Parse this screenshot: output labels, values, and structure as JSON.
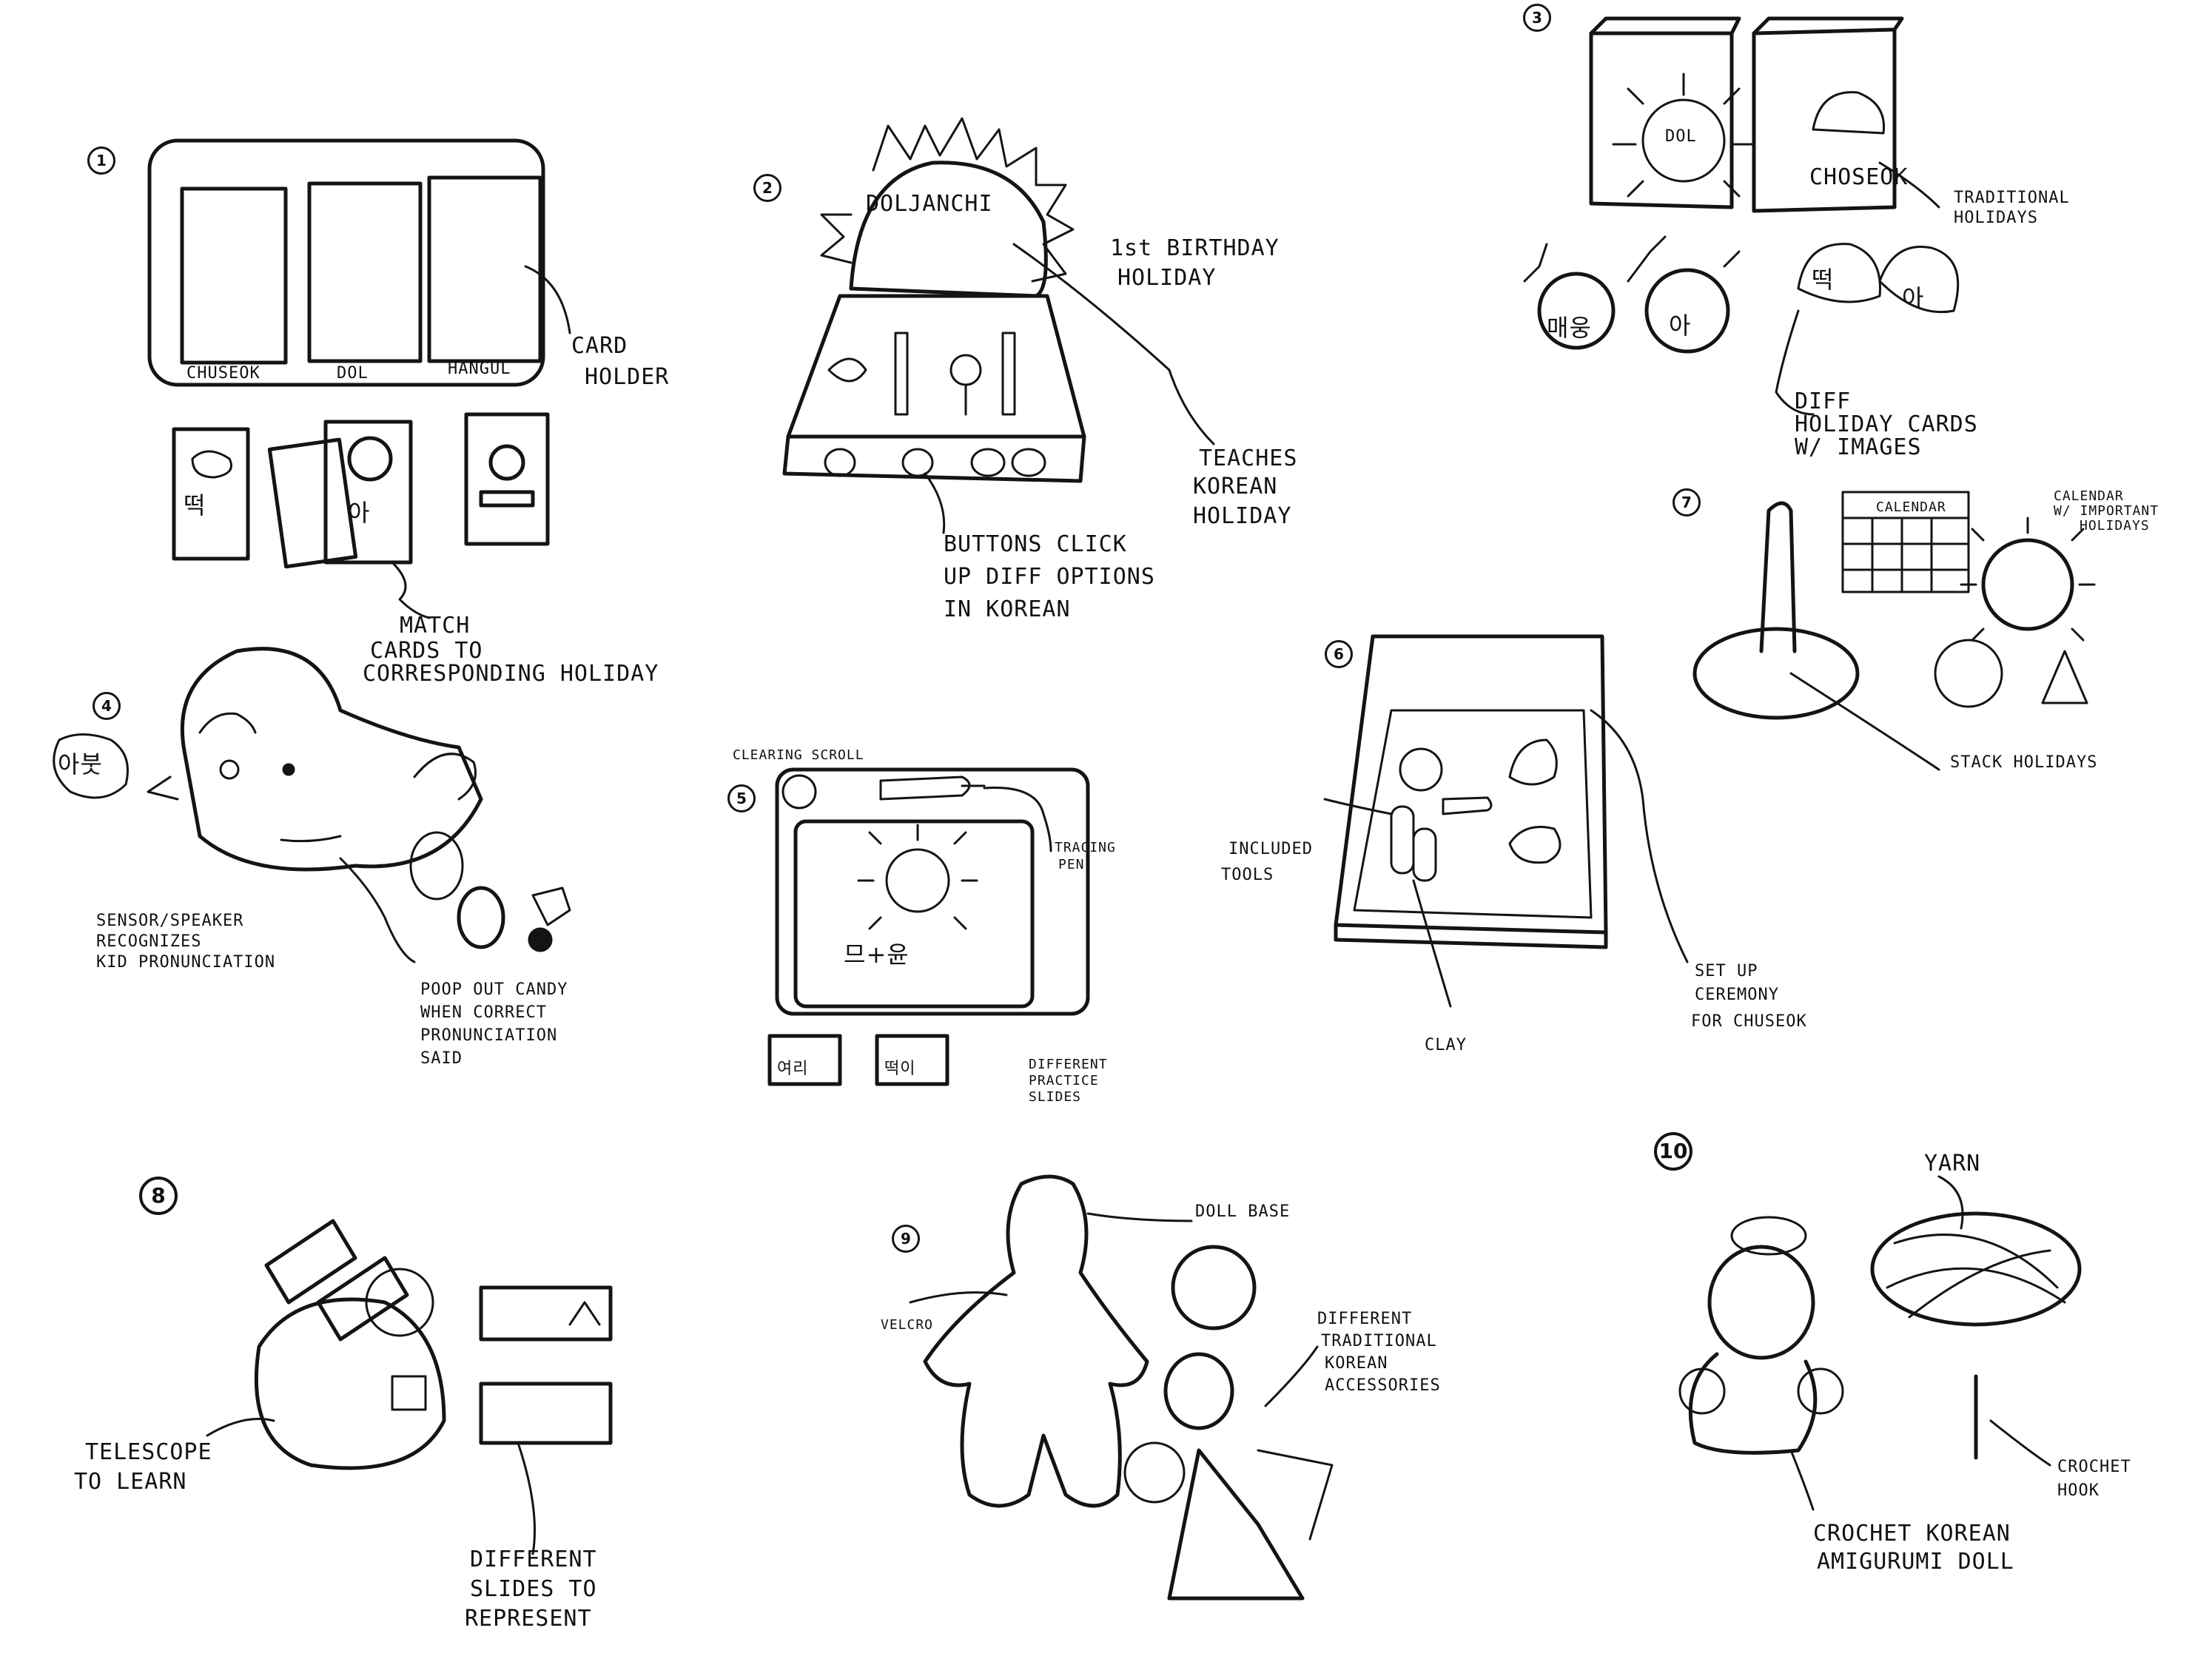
{
  "sketches": [
    {
      "number": "1",
      "labels": [
        "CHUSEOK",
        "DOL",
        "HANGUL",
        "CARD HOLDER",
        "MATCH CARDS TO CORRESPONDING HOLIDAY"
      ],
      "korean": [
        "떡",
        "아"
      ]
    },
    {
      "number": "2",
      "labels": [
        "DOLJANCHI",
        "1st BIRTHDAY HOLIDAY",
        "TEACHES KOREAN HOLIDAY",
        "BUTTONS CLICK UP DIFF OPTIONS IN KOREAN"
      ]
    },
    {
      "number": "3",
      "labels": [
        "DOL",
        "CHOSEOK",
        "TRADITIONAL HOLIDAYS",
        "DIFF HOLIDAY CARDS W/ IMAGES"
      ],
      "korean": [
        "떡",
        "아",
        "매웅",
        "아"
      ]
    },
    {
      "number": "4",
      "labels": [
        "SENSOR/SPEAKER RECOGNIZES KID PRONUNCIATION",
        "POOP OUT CANDY WHEN CORRECT PRONUNCIATION SAID"
      ],
      "korean": [
        "아붓"
      ]
    },
    {
      "number": "5",
      "labels": [
        "CLEARING SCROLL",
        "TRACING PEN",
        "DIFFERENT PRACTICE SLIDES"
      ],
      "korean": [
        "므+윤",
        "여리",
        "떡이"
      ]
    },
    {
      "number": "6",
      "labels": [
        "INCLUDED TOOLS",
        "SET UP CEREMONY FOR CHUSEOK",
        "CLAY"
      ]
    },
    {
      "number": "7",
      "labels": [
        "CALENDAR",
        "CALENDAR W/ IMPORTANT HOLIDAYS",
        "STACK HOLIDAYS"
      ]
    },
    {
      "number": "8",
      "labels": [
        "TELESCOPE TO LEARN",
        "DIFFERENT SLIDES TO REPRESENT"
      ]
    },
    {
      "number": "9",
      "labels": [
        "DOLL BASE",
        "VELCRO",
        "DIFFERENT TRADITIONAL KOREAN ACCESSORIES"
      ]
    },
    {
      "number": "10",
      "labels": [
        "YARN",
        "CROCHET HOOK",
        "CROCHET KOREAN AMIGURUMI DOLL"
      ]
    }
  ],
  "text": {
    "n1": "1",
    "n2": "2",
    "n3": "3",
    "n4": "4",
    "n5": "5",
    "n6": "6",
    "n7": "7",
    "n8": "8",
    "n9": "9",
    "n10": "10",
    "s1_chuseok": "CHUSEOK",
    "s1_dol": "DOL",
    "s1_hangul": "HANGUL",
    "s1_card1": "CARD",
    "s1_card2": "HOLDER",
    "s1_match1": "MATCH",
    "s1_match2": "CARDS TO",
    "s1_match3": "CORRESPONDING HOLIDAY",
    "s1_k1": "떡",
    "s1_k2": "아",
    "s2_title": "DOLJANCHI",
    "s2_b1": "1st BIRTHDAY",
    "s2_b2": "HOLIDAY",
    "s2_t1": "TEACHES",
    "s2_t2": "KOREAN",
    "s2_t3": "HOLIDAY",
    "s2_u1": "BUTTONS CLICK",
    "s2_u2": "UP DIFF OPTIONS",
    "s2_u3": "IN KOREAN",
    "s3_dol": "DOL",
    "s3_choseok": "CHOSEOK",
    "s3_tr1": "TRADITIONAL",
    "s3_tr2": "HOLIDAYS",
    "s3_d1": "DIFF",
    "s3_d2": "HOLIDAY CARDS",
    "s3_d3": "W/ IMAGES",
    "s3_k1": "떡",
    "s3_k2": "아",
    "s3_k3": "매웅",
    "s3_k4": "아",
    "s4_k": "아붓",
    "s4_s1": "SENSOR/SPEAKER",
    "s4_s2": "RECOGNIZES",
    "s4_s3": "KID PRONUNCIATION",
    "s4_p1": "POOP OUT CANDY",
    "s4_p2": "WHEN CORRECT",
    "s4_p3": "PRONUNCIATION",
    "s4_p4": "SAID",
    "s5_clear": "CLEARING SCROLL",
    "s5_tr1": "TRACING",
    "s5_tr2": "PEN",
    "s5_k1": "므+윤",
    "s5_k2": "여리",
    "s5_k3": "떡이",
    "s5_d1": "DIFFERENT",
    "s5_d2": "PRACTICE",
    "s5_d3": "SLIDES",
    "s6_i1": "INCLUDED",
    "s6_i2": "TOOLS",
    "s6_c1": "SET UP",
    "s6_c2": "CEREMONY",
    "s6_c3": "FOR CHUSEOK",
    "s6_clay": "CLAY",
    "s7_cal": "CALENDAR",
    "s7_l1": "CALENDAR",
    "s7_l2": "W/ IMPORTANT",
    "s7_l3": "HOLIDAYS",
    "s7_stack": "STACK HOLIDAYS",
    "s8_t1": "TELESCOPE",
    "s8_t2": "TO LEARN",
    "s8_d1": "DIFFERENT",
    "s8_d2": "SLIDES TO",
    "s8_d3": "REPRESENT",
    "s9_doll": "DOLL BASE",
    "s9_velcro": "VELCRO",
    "s9_a1": "DIFFERENT",
    "s9_a2": "TRADITIONAL",
    "s9_a3": "KOREAN",
    "s9_a4": "ACCESSORIES",
    "s10_yarn": "YARN",
    "s10_h1": "CROCHET",
    "s10_h2": "HOOK",
    "s10_c1": "CROCHET KOREAN",
    "s10_c2": "AMIGURUMI DOLL"
  }
}
